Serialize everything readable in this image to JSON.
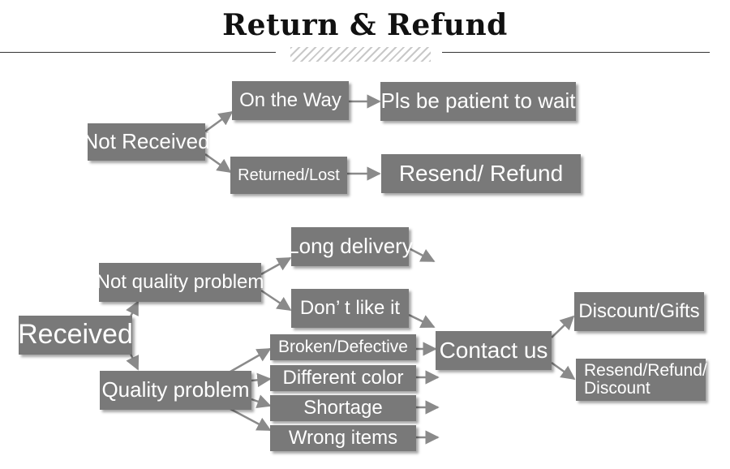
{
  "title": "Return & Refund",
  "nodes": {
    "not_received": "Not Received",
    "on_the_way": "On the Way",
    "pls_wait": "Pls be patient to wait",
    "returned_lost": "Returned/Lost",
    "resend_refund": "Resend/ Refund",
    "long_delivery": "Long delivery",
    "not_quality": "Not quality problem",
    "dont_like": "Don’ t like it",
    "received": "Received",
    "broken": "Broken/Defective",
    "contact_us": "Contact us",
    "discount_gifts": "Discount/Gifts",
    "quality": "Quality problem",
    "different_color": "Different color",
    "shortage": "Shortage",
    "wrong_items": "Wrong items",
    "resend_refund_discount_1": "Resend/Refund/",
    "resend_refund_discount_2": "Discount"
  }
}
